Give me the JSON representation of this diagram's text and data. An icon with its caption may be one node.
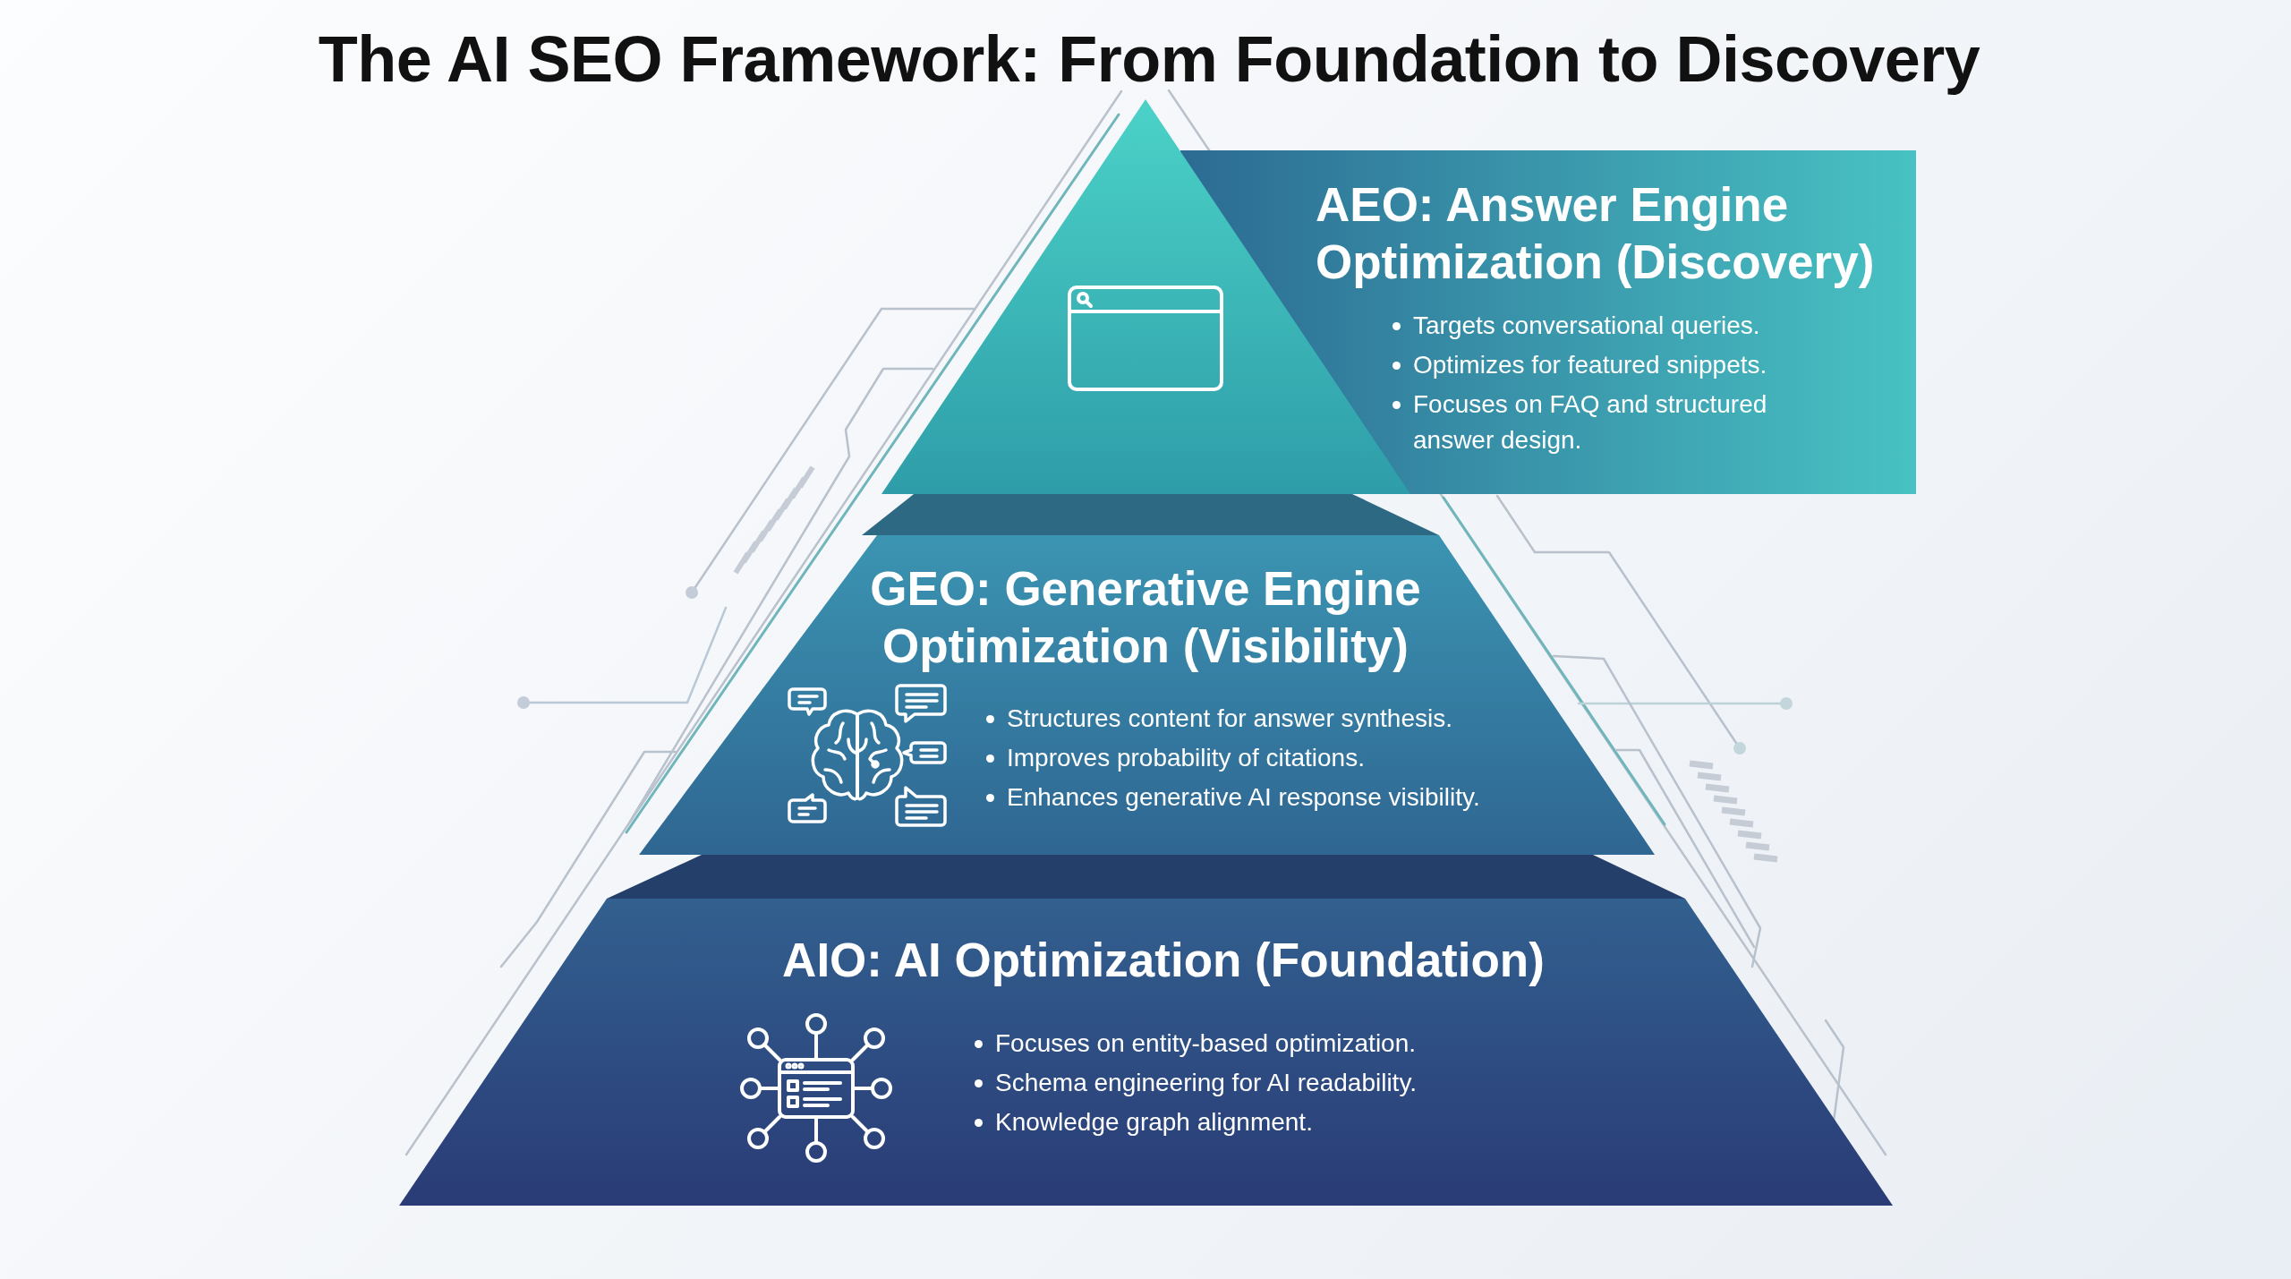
{
  "diagram": {
    "title": "The AI SEO Framework: From Foundation to Discovery",
    "nodes": [
      {
        "text": [
          "AEO: Answer Engine Optimization (Discovery)",
          "Targets conversational queries.",
          "Optimizes for featured snippets.",
          "Focuses on FAQ and structured answer design."
        ]
      },
      {
        "text": [],
        "shape": "band"
      },
      {
        "text": [
          "GEO: Generative Engine Optimization (Visibility)",
          "Structures content for answer synthesis.",
          "Improves probability of citations.",
          "Enhances generative AI response visibility."
        ]
      },
      {
        "text": [],
        "shape": "band"
      },
      {
        "text": [
          "AIO: AI Optimization (Foundation)",
          "Focuses on entity-based optimization.",
          "Schema engineering for AI readability.",
          "Knowledge graph alignment."
        ]
      }
    ]
  }
}
